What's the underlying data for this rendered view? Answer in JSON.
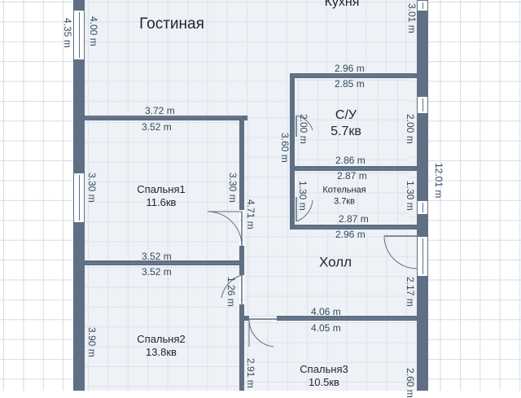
{
  "rooms": {
    "living": {
      "name": "Гостиная"
    },
    "kitchen": {
      "name": "Кухня"
    },
    "bath": {
      "name": "С/У",
      "area": "5.7кв"
    },
    "boiler": {
      "name": "Котельная",
      "area": "3.7кв"
    },
    "bed1": {
      "name": "Спальня1",
      "area": "11.6кв"
    },
    "hall": {
      "name": "Холл"
    },
    "bed2": {
      "name": "Спальня2",
      "area": "13.8кв"
    },
    "bed3": {
      "name": "Спальня3",
      "area": "10.5кв"
    }
  },
  "dims": {
    "d_4_35": "4.35 m",
    "d_4_00": "4.00 m",
    "d_3_01": "3.01 m",
    "d_2_96_a": "2.96 m",
    "d_2_85": "2.85 m",
    "d_3_72": "3.72 m",
    "d_3_52_a": "3.52 m",
    "d_2_00_a": "2.00 m",
    "d_2_00_b": "2.00 m",
    "d_3_60": "3.60 m",
    "d_2_86": "2.86 m",
    "d_2_87_a": "2.87 m",
    "d_12_01": "12.01 m",
    "d_1_30_a": "1.30 m",
    "d_1_30_b": "1.30 m",
    "d_2_87_b": "2.87 m",
    "d_2_96_b": "2.96 m",
    "d_3_30_a": "3.30 m",
    "d_3_30_b": "3.30 m",
    "d_4_71": "4.71 m",
    "d_3_52_b": "3.52 m",
    "d_3_52_c": "3.52 m",
    "d_1_26": "1.26 m",
    "d_2_17": "2.17 m",
    "d_4_06": "4.06 m",
    "d_4_05": "4.05 m",
    "d_3_90": "3.90 m",
    "d_2_91": "2.91 m",
    "d_2_60": "2.60 m"
  },
  "colors": {
    "wall": "#5f6f84",
    "floor": "#eef2f6",
    "grid": "#d3dce8"
  }
}
